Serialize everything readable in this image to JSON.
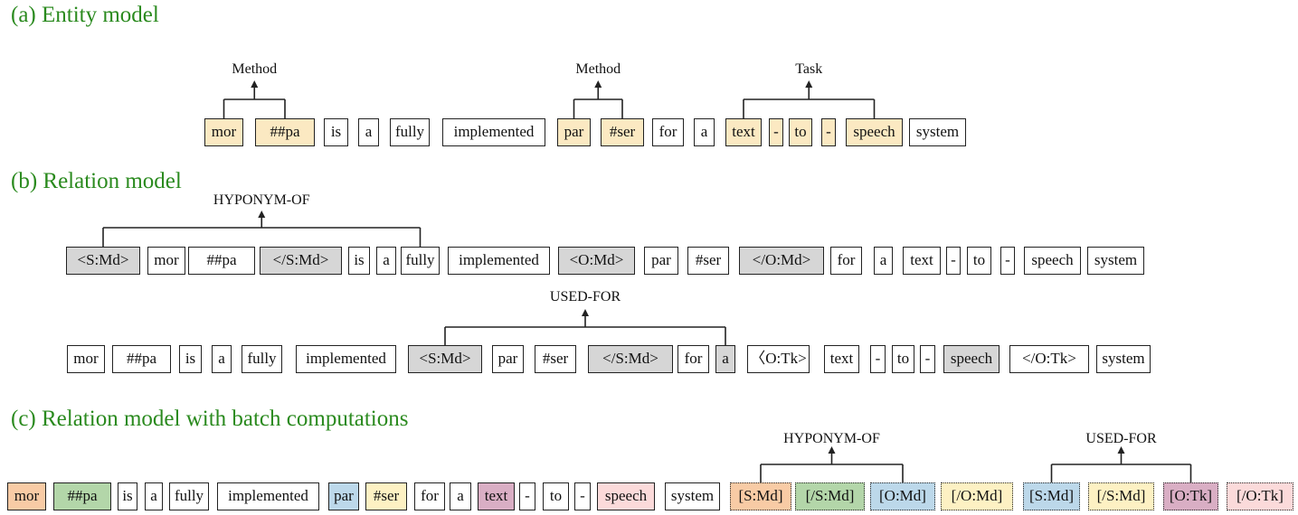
{
  "headings": {
    "a": "(a) Entity model",
    "b": "(b) Relation model",
    "c": "(c) Relation model with batch computations"
  },
  "colors": {
    "entity_span": "#fbe9c2",
    "marker_gray": "#d6d6d6",
    "heading_green": "#2a8a1e",
    "batch_orange": "#f8cba5",
    "batch_green": "#b3d6a9",
    "batch_blue": "#bcd8ea",
    "batch_yellow": "#fdf1c3",
    "batch_purple": "#d9aec4",
    "batch_pink": "#fbdada"
  },
  "entity_row": {
    "tokens": [
      "mor",
      "##pa",
      "is",
      "a",
      "fully",
      "implemented",
      "par",
      "#ser",
      "for",
      "a",
      "text",
      "-",
      "to",
      "-",
      "speech",
      "system"
    ],
    "highlighted": [
      0,
      1,
      6,
      7,
      10,
      11,
      12,
      13,
      14
    ],
    "spans": [
      {
        "label": "Method",
        "from": 0,
        "to": 1
      },
      {
        "label": "Method",
        "from": 6,
        "to": 7
      },
      {
        "label": "Task",
        "from": 10,
        "to": 14
      }
    ]
  },
  "relation_row_1": {
    "label": "HYPONYM-OF",
    "link_from": 0,
    "link_to": 6,
    "tokens": [
      "<S:Md>",
      "mor",
      "##pa",
      "</S:Md>",
      "is",
      "a",
      "fully",
      "implemented",
      "<O:Md>",
      "par",
      "#ser",
      "</O:Md>",
      "for",
      "a",
      "text",
      "-",
      "to",
      "-",
      "speech",
      "system"
    ],
    "markers": [
      0,
      3,
      8,
      11
    ]
  },
  "relation_row_2": {
    "label": "USED-FOR",
    "link_from": 6,
    "link_to": 11,
    "tokens": [
      "mor",
      "##pa",
      "is",
      "a",
      "fully",
      "implemented",
      "<S:Md>",
      "par",
      "#ser",
      "</S:Md>",
      "for",
      "a",
      "〈O:Tk>",
      "text",
      "-",
      "to",
      "-",
      "speech",
      "</O:Tk>",
      "system"
    ],
    "markers": [
      6,
      9,
      11,
      17
    ]
  },
  "batch_row": {
    "tokens": [
      {
        "text": "mor",
        "color": "batch_orange"
      },
      {
        "text": "##pa",
        "color": "batch_green"
      },
      {
        "text": "is"
      },
      {
        "text": "a"
      },
      {
        "text": "fully"
      },
      {
        "text": "implemented"
      },
      {
        "text": "par",
        "color": "batch_blue"
      },
      {
        "text": "#ser",
        "color": "batch_yellow"
      },
      {
        "text": "for"
      },
      {
        "text": "a"
      },
      {
        "text": "text",
        "color": "batch_purple"
      },
      {
        "text": "-"
      },
      {
        "text": "to"
      },
      {
        "text": "-"
      },
      {
        "text": "speech",
        "color": "batch_pink"
      },
      {
        "text": "system"
      },
      {
        "text": "[S:Md]",
        "color": "batch_orange",
        "dotted": true
      },
      {
        "text": "[/S:Md]",
        "color": "batch_green",
        "dotted": true
      },
      {
        "text": "[O:Md]",
        "color": "batch_blue",
        "dotted": true
      },
      {
        "text": "[/O:Md]",
        "color": "batch_yellow",
        "dotted": true
      },
      {
        "text": "[S:Md]",
        "color": "batch_blue",
        "dotted": true
      },
      {
        "text": "[/S:Md]",
        "color": "batch_yellow",
        "dotted": true
      },
      {
        "text": "[O:Tk]",
        "color": "batch_purple",
        "dotted": true
      },
      {
        "text": "[/O:Tk]",
        "color": "batch_pink",
        "dotted": true
      }
    ],
    "links": [
      {
        "label": "HYPONYM-OF",
        "from": 16,
        "to": 18
      },
      {
        "label": "USED-FOR",
        "from": 20,
        "to": 22
      }
    ]
  }
}
